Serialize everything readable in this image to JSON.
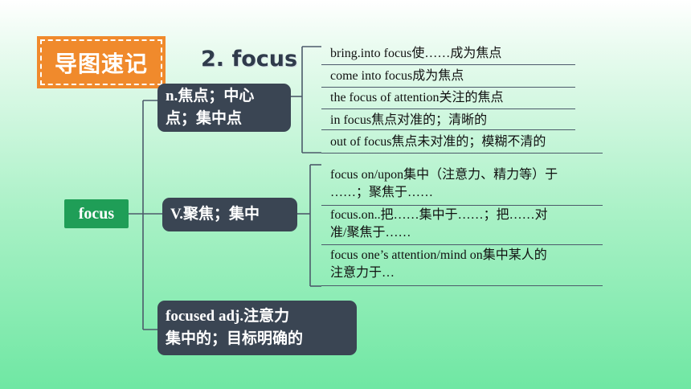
{
  "badge": "导图速记",
  "heading": "2. focus",
  "root": "focus",
  "branch_noun": {
    "label_line1": "n.焦点；中心",
    "label_line2": "点；集中点",
    "items": [
      "bring.into focus使……成为焦点",
      "come into focus成为焦点",
      "the focus of attention关注的焦点",
      "in focus焦点对准的；清晰的",
      "out of focus焦点未对准的；模糊不清的"
    ]
  },
  "branch_verb": {
    "label": "V.聚焦；集中",
    "items": [
      {
        "line1": "focus on/upon集中（注意力、精力等）于",
        "line2": "……；聚焦于……"
      },
      {
        "line1": "focus.on..把……集中于……；把……对",
        "line2": "准/聚焦于……"
      },
      {
        "line1": "focus one’s attention/mind on集中某人的",
        "line2": "注意力于…"
      }
    ]
  },
  "branch_adj": {
    "label_line1": "focused adj.注意力",
    "label_line2": "集中的；目标明确的"
  },
  "colors": {
    "badge": "#f08a2c",
    "root": "#1f9e57",
    "node": "#3a4553"
  }
}
